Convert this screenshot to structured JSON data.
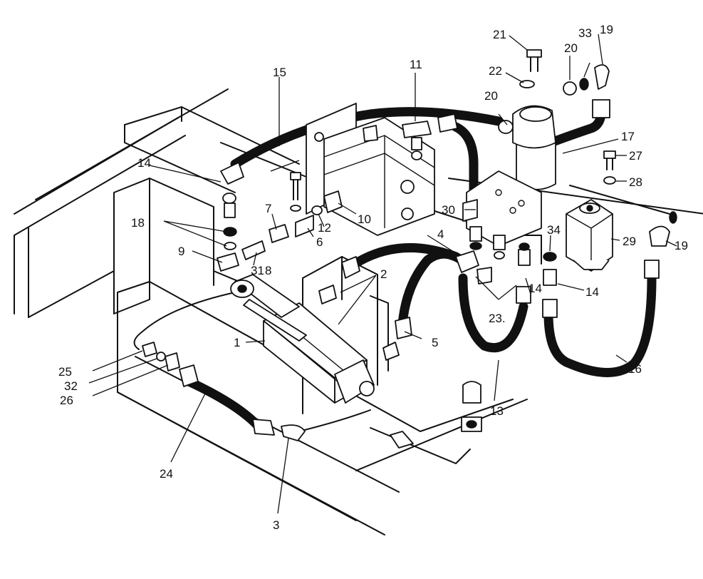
{
  "callouts": [
    {
      "id": "c1",
      "text": "1"
    },
    {
      "id": "c2",
      "text": "2"
    },
    {
      "id": "c3",
      "text": "3"
    },
    {
      "id": "c4",
      "text": "4"
    },
    {
      "id": "c5",
      "text": "5"
    },
    {
      "id": "c6",
      "text": "6"
    },
    {
      "id": "c7",
      "text": "7"
    },
    {
      "id": "c8",
      "text": "8"
    },
    {
      "id": "c9",
      "text": "9"
    },
    {
      "id": "c10",
      "text": "10"
    },
    {
      "id": "c11",
      "text": "11"
    },
    {
      "id": "c12",
      "text": "12"
    },
    {
      "id": "c13",
      "text": "13"
    },
    {
      "id": "c14a",
      "text": "14"
    },
    {
      "id": "c14b",
      "text": "14"
    },
    {
      "id": "c14c",
      "text": "14"
    },
    {
      "id": "c15",
      "text": "15"
    },
    {
      "id": "c16",
      "text": "16"
    },
    {
      "id": "c17",
      "text": "17"
    },
    {
      "id": "c18",
      "text": "18"
    },
    {
      "id": "c19a",
      "text": "19"
    },
    {
      "id": "c19b",
      "text": "19"
    },
    {
      "id": "c20a",
      "text": "20"
    },
    {
      "id": "c20b",
      "text": "20"
    },
    {
      "id": "c21",
      "text": "21"
    },
    {
      "id": "c22",
      "text": "22"
    },
    {
      "id": "c23",
      "text": "23."
    },
    {
      "id": "c24",
      "text": "24"
    },
    {
      "id": "c25",
      "text": "25"
    },
    {
      "id": "c26",
      "text": "26"
    },
    {
      "id": "c27",
      "text": "27"
    },
    {
      "id": "c28",
      "text": "28"
    },
    {
      "id": "c29",
      "text": "29"
    },
    {
      "id": "c30",
      "text": "30"
    },
    {
      "id": "c31",
      "text": "31"
    },
    {
      "id": "c32",
      "text": "32"
    },
    {
      "id": "c33",
      "text": "33"
    },
    {
      "id": "c34",
      "text": "34"
    }
  ]
}
